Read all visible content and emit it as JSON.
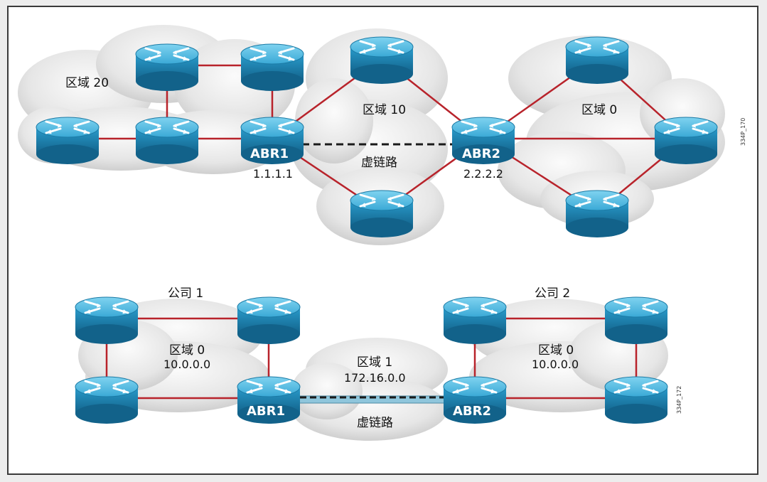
{
  "top": {
    "area20": "区域 20",
    "area10": "区域 10",
    "area0": "区域 0",
    "virtual_link": "虚链路",
    "abr1": "ABR1",
    "abr1_addr": "1.1.1.1",
    "abr2": "ABR2",
    "abr2_addr": "2.2.2.2",
    "fig_id": "334P_170"
  },
  "bottom": {
    "company1": "公司 1",
    "company2": "公司 2",
    "c1_area": "区域 0",
    "c1_net": "10.0.0.0",
    "area1": "区域 1",
    "area1_net": "172.16.0.0",
    "c2_area": "区域 0",
    "c2_net": "10.0.0.0",
    "virtual_link": "虚链路",
    "abr1": "ABR1",
    "abr2": "ABR2",
    "fig_id": "334P_172"
  },
  "colors": {
    "link": "#b8232b",
    "router_body": "#1e8ab8",
    "router_top": "#5cc2e8",
    "virtual_link": "#1a1a1a",
    "tunnel": "#8fc6dc"
  }
}
